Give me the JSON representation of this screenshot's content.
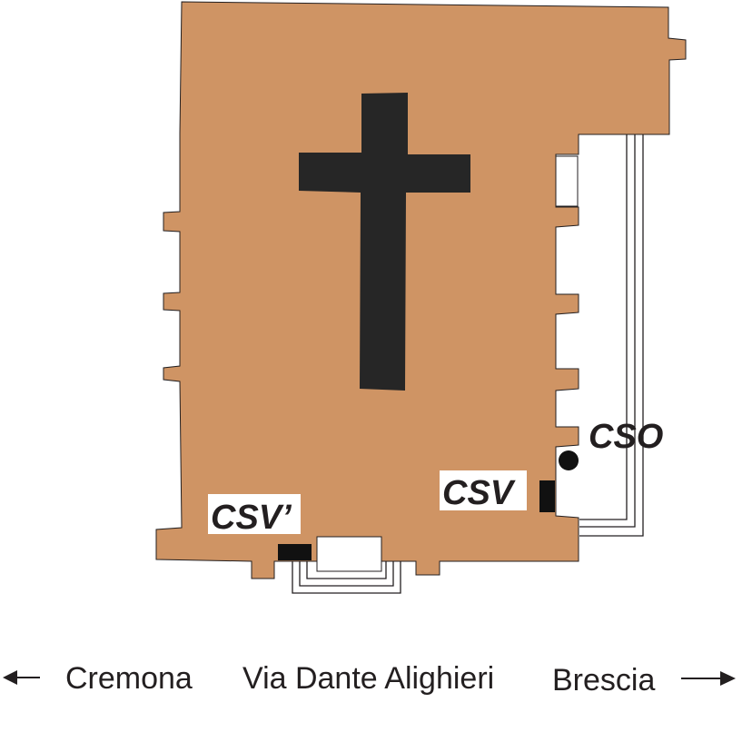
{
  "map": {
    "labels": {
      "cso": "CSO",
      "csv": "CSV",
      "csv_prime": "CSV’"
    },
    "street": {
      "left_direction": "Cremona",
      "name": "Via Dante Alighieri",
      "right_direction": "Brescia"
    },
    "colors": {
      "building_fill": "#cf9464",
      "cross_fill": "#262626",
      "outline": "#231f20",
      "marker": "#111111"
    },
    "icons": {
      "left_arrow": "arrow-left-icon",
      "right_arrow": "arrow-right-icon",
      "cross": "cross-icon",
      "cso_marker": "circle-marker-icon",
      "csv_marker": "rectangle-marker-icon"
    }
  }
}
